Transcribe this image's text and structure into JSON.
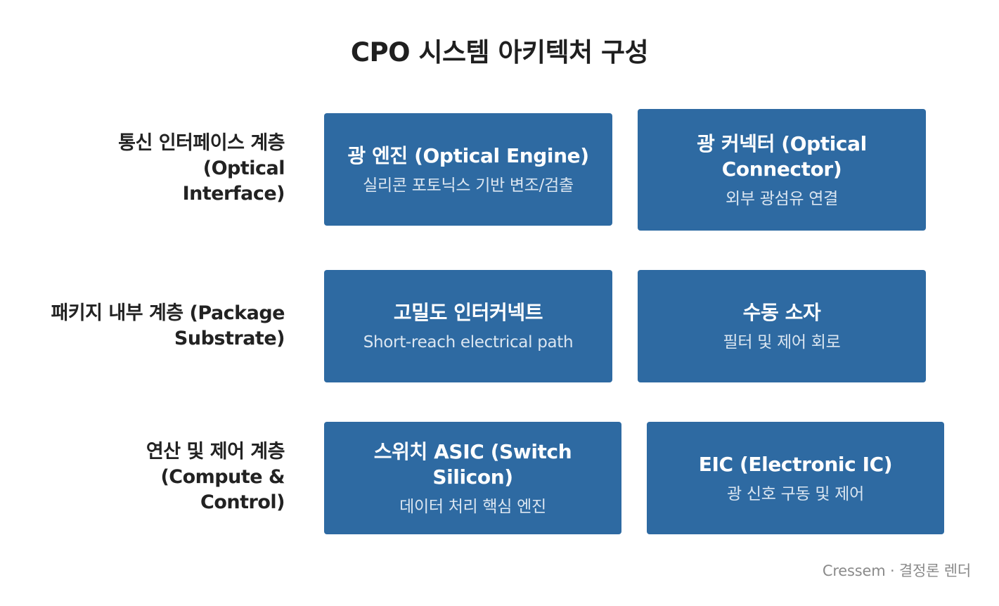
{
  "title": "CPO 시스템 아키텍처 구성",
  "layers": [
    {
      "label": "통신 인터페이스 계층\n(Optical\nInterface)",
      "components": [
        {
          "title": "광 엔진 (Optical Engine)",
          "subtitle": "실리콘 포토닉스 기반 변조/검출"
        },
        {
          "title": "광 커넥터 (Optical\nConnector)",
          "subtitle": "외부 광섬유 연결"
        }
      ]
    },
    {
      "label": "패키지 내부 계층 (Package\nSubstrate)",
      "components": [
        {
          "title": "고밀도 인터커넥트",
          "subtitle": "Short-reach electrical path"
        },
        {
          "title": "수동 소자",
          "subtitle": "필터 및 제어 회로"
        }
      ]
    },
    {
      "label": "연산 및 제어 계층\n(Compute &\nControl)",
      "components": [
        {
          "title": "스위치 ASIC (Switch Silicon)",
          "subtitle": "데이터 처리 핵심 엔진"
        },
        {
          "title": "EIC (Electronic IC)",
          "subtitle": "광 신호 구동 및 제어"
        }
      ]
    }
  ],
  "footer": "Cressem · 결정론 렌더",
  "colors": {
    "box_fill": "#2e6aa2",
    "box_text": "#ffffff",
    "box_subtext": "#dbe6f1",
    "footer_text": "#8a8a8a"
  }
}
